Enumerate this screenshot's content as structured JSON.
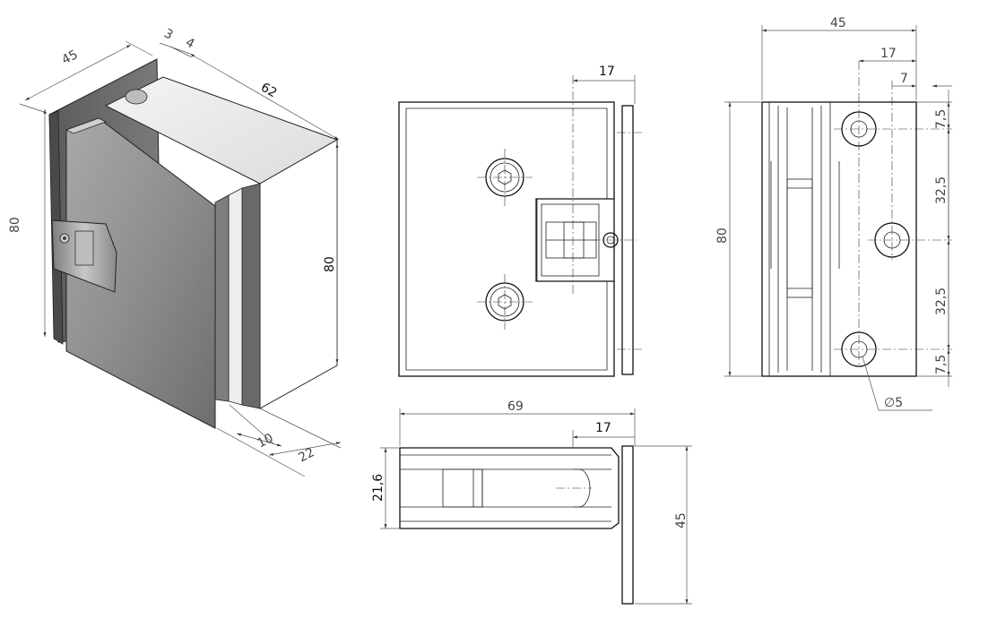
{
  "dimensions": {
    "iso_width": "45",
    "iso_gap_a": "3",
    "iso_gap_b": "4",
    "iso_depth": "62",
    "iso_height_left": "80",
    "iso_height_right": "80",
    "iso_glass": "10",
    "iso_thickness": "22",
    "front_offset": "17",
    "side_width": "45",
    "side_offset": "17",
    "side_small": "7",
    "side_height": "80",
    "side_top": "7,5",
    "side_spacing_1": "32,5",
    "side_spacing_2": "32,5",
    "side_bottom": "7,5",
    "side_hole": "∅5",
    "top_length": "69",
    "top_offset": "17",
    "top_thickness": "21,6",
    "top_depth": "45"
  }
}
